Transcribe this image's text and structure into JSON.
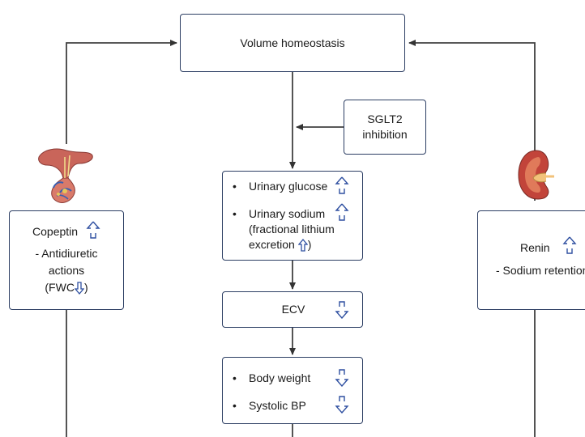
{
  "colors": {
    "line": "#404040",
    "box_border": "#2c3e63",
    "icon_stroke": "#2e4fa0"
  },
  "nodes": {
    "volume": {
      "label": "Volume homeostasis"
    },
    "sglt2": {
      "line1": "SGLT2",
      "line2": "inhibition"
    },
    "urinary": {
      "item1": "Urinary glucose",
      "item2": "Urinary sodium",
      "item2_line2": "(fractional lithium",
      "item2_line3": "excretion",
      "item2_close": ")"
    },
    "ecv": {
      "label": "ECV"
    },
    "outcomes": {
      "item1": "Body weight",
      "item2": "Systolic BP"
    },
    "copeptin": {
      "title": "Copeptin",
      "line2": "- Antidiuretic",
      "line3": "actions",
      "line4_open": "(FWC",
      "line4_close": ")"
    },
    "renin": {
      "title": "Renin",
      "line2": "- Sodium retention"
    }
  },
  "indicators": {
    "urinary_glucose": "increase",
    "urinary_sodium": "increase",
    "fractional_lithium": "increase",
    "ecv": "decrease",
    "body_weight": "decrease",
    "systolic_bp": "decrease",
    "copeptin": "increase",
    "fwc": "decrease",
    "renin": "increase"
  },
  "bullet_char": "•",
  "icons": {
    "pituitary": "pituitary-gland-icon",
    "kidney": "kidney-icon"
  }
}
